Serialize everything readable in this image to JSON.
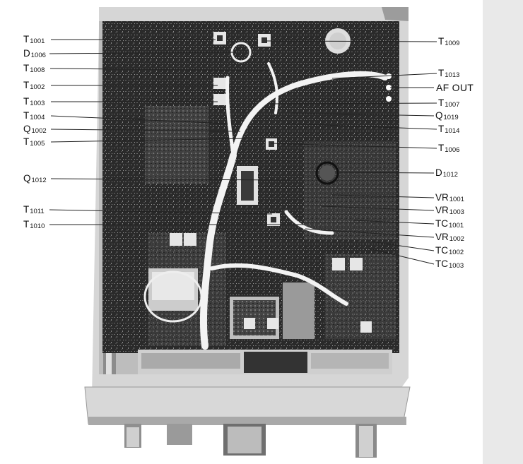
{
  "figure": {
    "labels_left": [
      {
        "id": "t1001",
        "prefix": "T",
        "sub": "1001"
      },
      {
        "id": "d1006",
        "prefix": "D",
        "sub": "1006"
      },
      {
        "id": "t1008",
        "prefix": "T",
        "sub": "1008"
      },
      {
        "id": "t1002",
        "prefix": "T",
        "sub": "1002"
      },
      {
        "id": "t1003",
        "prefix": "T",
        "sub": "1003"
      },
      {
        "id": "t1004",
        "prefix": "T",
        "sub": "1004"
      },
      {
        "id": "q1002",
        "prefix": "Q",
        "sub": "1002"
      },
      {
        "id": "t1005",
        "prefix": "T",
        "sub": "1005"
      },
      {
        "id": "q1012",
        "prefix": "Q",
        "sub": "1012"
      },
      {
        "id": "t1011",
        "prefix": "T",
        "sub": "1011"
      },
      {
        "id": "t1010",
        "prefix": "T",
        "sub": "1010"
      }
    ],
    "labels_right": [
      {
        "id": "t1009",
        "prefix": "T",
        "sub": "1009"
      },
      {
        "id": "t1013",
        "prefix": "T",
        "sub": "1013"
      },
      {
        "id": "af-out",
        "prefix": "AF OUT",
        "sub": ""
      },
      {
        "id": "t1007",
        "prefix": "T",
        "sub": "1007"
      },
      {
        "id": "q1019",
        "prefix": "Q",
        "sub": "1019"
      },
      {
        "id": "t1014",
        "prefix": "T",
        "sub": "1014"
      },
      {
        "id": "t1006",
        "prefix": "T",
        "sub": "1006"
      },
      {
        "id": "d1012",
        "prefix": "D",
        "sub": "1012"
      },
      {
        "id": "vr1001",
        "prefix": "VR",
        "sub": "1001"
      },
      {
        "id": "vr1003",
        "prefix": "VR",
        "sub": "1003"
      },
      {
        "id": "tc1001",
        "prefix": "TC",
        "sub": "1001"
      },
      {
        "id": "vr1002",
        "prefix": "VR",
        "sub": "1002"
      },
      {
        "id": "tc1002",
        "prefix": "TC",
        "sub": "1002"
      },
      {
        "id": "tc1003",
        "prefix": "TC",
        "sub": "1003"
      }
    ],
    "colors": {
      "board_dark": "#1c1c1c",
      "board_mid": "#5a5a5a",
      "chassis": "#cfcfcf",
      "wire": "#f2f2f2",
      "leader": "#222222"
    }
  }
}
